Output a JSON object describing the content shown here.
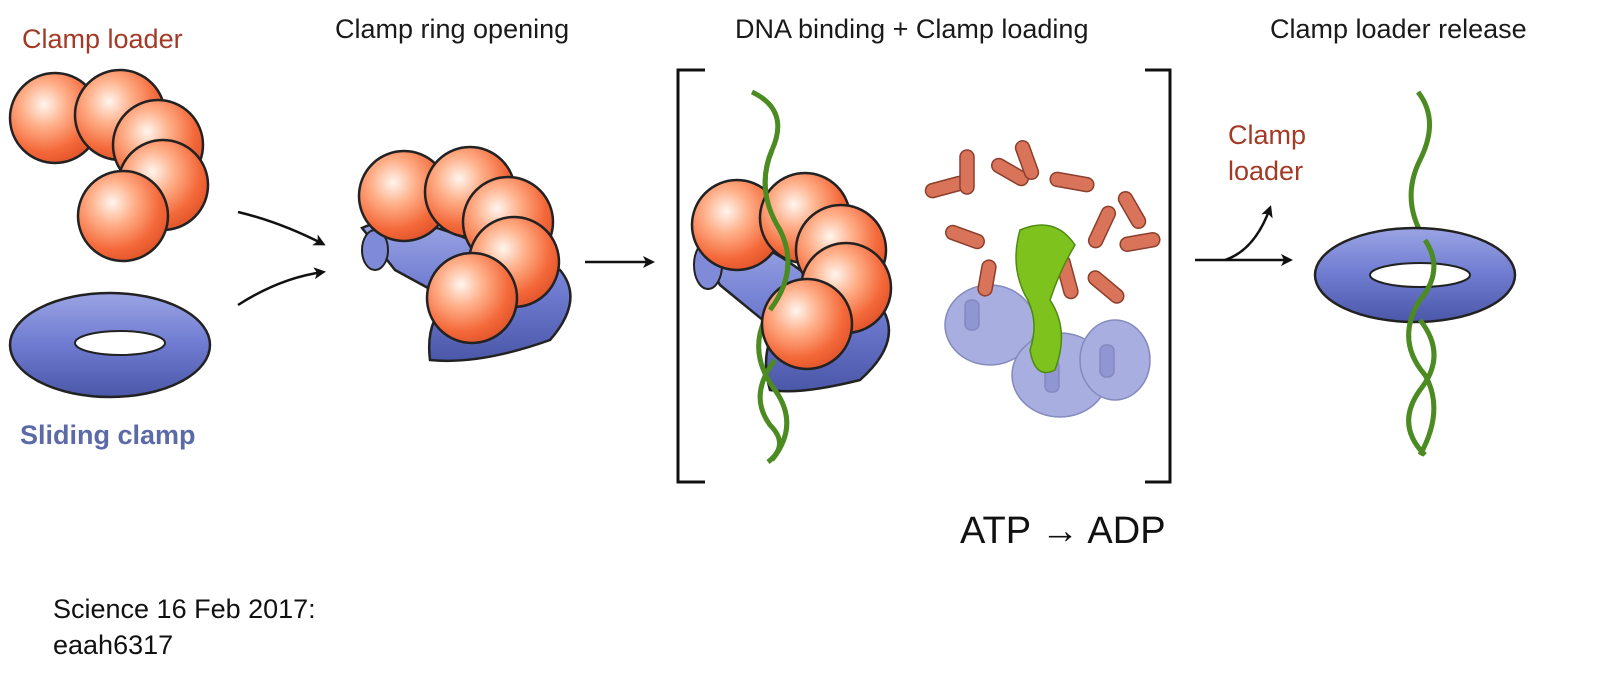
{
  "labels": {
    "clamp_loader": "Clamp loader",
    "sliding_clamp": "Sliding clamp",
    "clamp_loader_release_label_line1": "Clamp",
    "clamp_loader_release_label_line2": "loader"
  },
  "steps": {
    "step1": "Clamp ring opening",
    "step2": "DNA binding + Clamp loading",
    "step3": "Clamp loader release"
  },
  "reaction": "ATP → ADP",
  "citation": {
    "line1": "Science  16 Feb 2017:",
    "line2": "eaah6317"
  },
  "colors": {
    "loader_sphere": "#f4693a",
    "loader_text": "#a33a26",
    "clamp_ring": "#6b78c9",
    "clamp_text": "#5d6aa8",
    "dna": "#4c8a22",
    "protein_surface": "#7ec21e"
  }
}
